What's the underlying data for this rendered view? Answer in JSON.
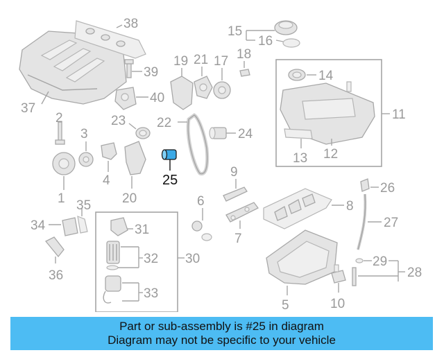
{
  "highlight_part": "25",
  "banner": {
    "line1": "Part or sub-assembly is #25 in diagram",
    "line2": "Diagram may not be specific to your vehicle"
  },
  "colors": {
    "banner_bg": "#4dbcf3",
    "highlight_part_fill": "#3aa9e6",
    "callout_gray": "#9a9a9a"
  },
  "callouts": [
    "1",
    "2",
    "3",
    "4",
    "5",
    "6",
    "7",
    "8",
    "9",
    "10",
    "11",
    "12",
    "13",
    "14",
    "15",
    "16",
    "17",
    "18",
    "19",
    "20",
    "21",
    "22",
    "23",
    "24",
    "25",
    "26",
    "27",
    "28",
    "29",
    "30",
    "31",
    "32",
    "33",
    "34",
    "35",
    "36",
    "37",
    "38",
    "39",
    "40"
  ]
}
